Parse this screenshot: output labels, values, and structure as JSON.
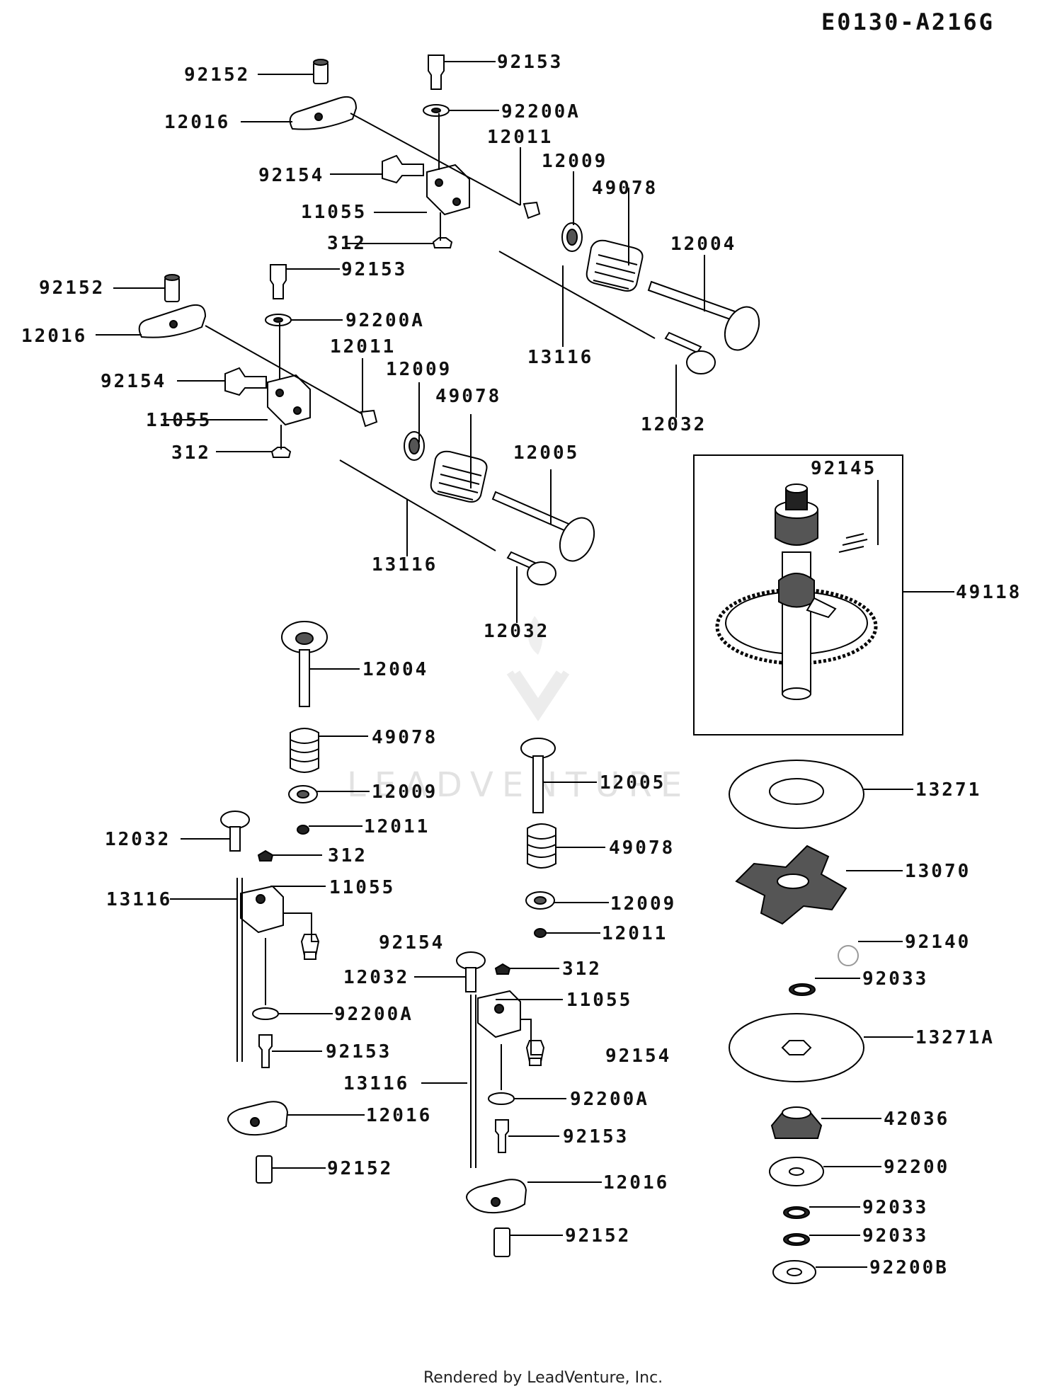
{
  "diagram_code": "E0130-A216G",
  "footer": "Rendered by LeadVenture, Inc.",
  "watermark": "LEADVENTURE",
  "callouts": [
    {
      "id": "c01",
      "text": "92152"
    },
    {
      "id": "c02",
      "text": "12016"
    },
    {
      "id": "c03",
      "text": "92153"
    },
    {
      "id": "c04",
      "text": "92200A"
    },
    {
      "id": "c05",
      "text": "12011"
    },
    {
      "id": "c06",
      "text": "12009"
    },
    {
      "id": "c07",
      "text": "49078"
    },
    {
      "id": "c08",
      "text": "92154"
    },
    {
      "id": "c09",
      "text": "11055"
    },
    {
      "id": "c10",
      "text": "312"
    },
    {
      "id": "c11",
      "text": "12004"
    },
    {
      "id": "c12",
      "text": "13116"
    },
    {
      "id": "c13",
      "text": "12032"
    },
    {
      "id": "c14",
      "text": "92152"
    },
    {
      "id": "c15",
      "text": "92153"
    },
    {
      "id": "c16",
      "text": "12016"
    },
    {
      "id": "c17",
      "text": "92200A"
    },
    {
      "id": "c18",
      "text": "12011"
    },
    {
      "id": "c19",
      "text": "12009"
    },
    {
      "id": "c20",
      "text": "92154"
    },
    {
      "id": "c21",
      "text": "49078"
    },
    {
      "id": "c22",
      "text": "11055"
    },
    {
      "id": "c23",
      "text": "312"
    },
    {
      "id": "c24",
      "text": "12005"
    },
    {
      "id": "c25",
      "text": "13116"
    },
    {
      "id": "c26",
      "text": "12032"
    },
    {
      "id": "c27",
      "text": "92145"
    },
    {
      "id": "c28",
      "text": "49118"
    },
    {
      "id": "c29",
      "text": "12004"
    },
    {
      "id": "c30",
      "text": "49078"
    },
    {
      "id": "c31",
      "text": "12009"
    },
    {
      "id": "c32",
      "text": "12011"
    },
    {
      "id": "c33",
      "text": "12005"
    },
    {
      "id": "c34",
      "text": "12032"
    },
    {
      "id": "c35",
      "text": "312"
    },
    {
      "id": "c36",
      "text": "13116"
    },
    {
      "id": "c37",
      "text": "11055"
    },
    {
      "id": "c38",
      "text": "92154"
    },
    {
      "id": "c39",
      "text": "92200A"
    },
    {
      "id": "c40",
      "text": "92153"
    },
    {
      "id": "c41",
      "text": "12016"
    },
    {
      "id": "c42",
      "text": "92152"
    },
    {
      "id": "c43",
      "text": "49078"
    },
    {
      "id": "c44",
      "text": "12009"
    },
    {
      "id": "c45",
      "text": "12011"
    },
    {
      "id": "c46",
      "text": "12032"
    },
    {
      "id": "c47",
      "text": "312"
    },
    {
      "id": "c48",
      "text": "11055"
    },
    {
      "id": "c49",
      "text": "92154"
    },
    {
      "id": "c50",
      "text": "13116"
    },
    {
      "id": "c51",
      "text": "92200A"
    },
    {
      "id": "c52",
      "text": "92153"
    },
    {
      "id": "c53",
      "text": "12016"
    },
    {
      "id": "c54",
      "text": "92152"
    },
    {
      "id": "c55",
      "text": "13271"
    },
    {
      "id": "c56",
      "text": "13070"
    },
    {
      "id": "c57",
      "text": "92140"
    },
    {
      "id": "c58",
      "text": "92033"
    },
    {
      "id": "c59",
      "text": "13271A"
    },
    {
      "id": "c60",
      "text": "42036"
    },
    {
      "id": "c61",
      "text": "92200"
    },
    {
      "id": "c62",
      "text": "92033"
    },
    {
      "id": "c63",
      "text": "92033"
    },
    {
      "id": "c64",
      "text": "92200B"
    }
  ]
}
